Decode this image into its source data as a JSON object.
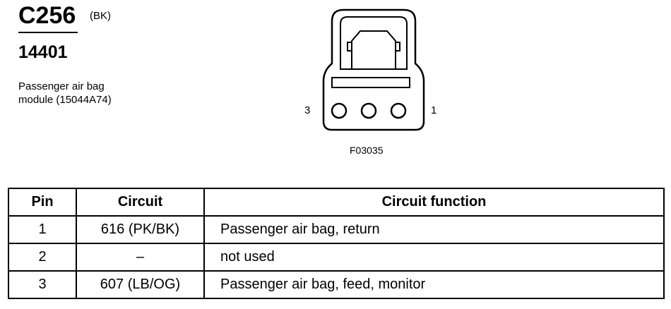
{
  "connector": {
    "id": "C256",
    "color": "(BK)",
    "part_number": "14401",
    "description_lines": [
      "Passenger air bag",
      "module (15044A74)"
    ],
    "pin_left_label": "3",
    "pin_right_label": "1",
    "figure_code": "F03035"
  },
  "table": {
    "headers": [
      "Pin",
      "Circuit",
      "Circuit function"
    ],
    "rows": [
      [
        "1",
        "616 (PK/BK)",
        "Passenger air bag, return"
      ],
      [
        "2",
        "–",
        "not used"
      ],
      [
        "3",
        "607 (LB/OG)",
        "Passenger air bag, feed, monitor"
      ]
    ]
  }
}
